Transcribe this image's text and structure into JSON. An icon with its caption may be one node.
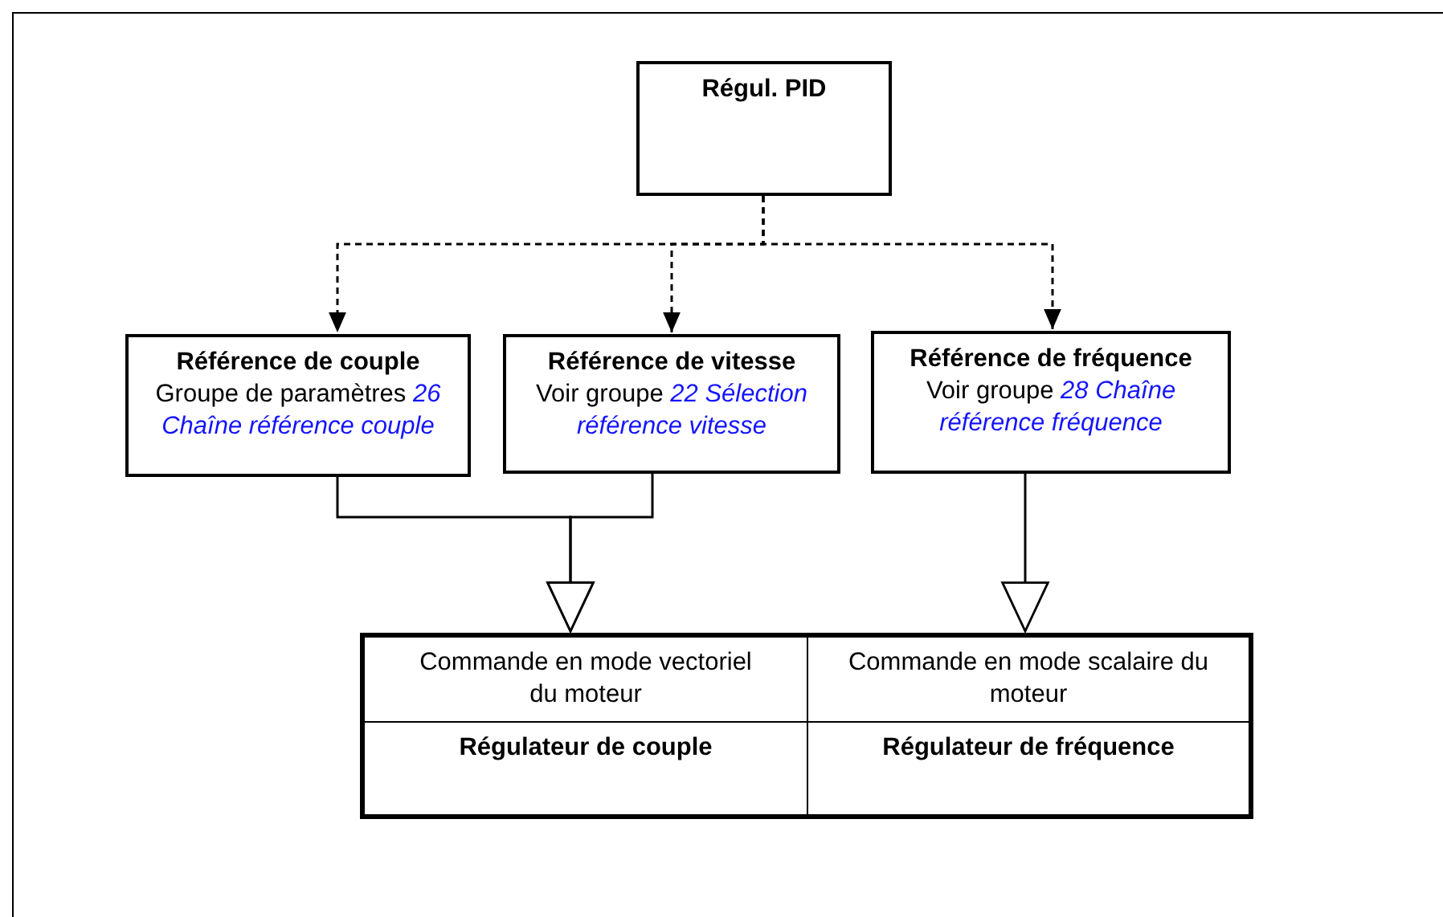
{
  "diagram": {
    "nodes": [
      {
        "text": [
          "Régul. PID"
        ]
      },
      {
        "text": [
          "Référence de couple",
          "Groupe de paramètres *26 Chaîne référence couple*"
        ]
      },
      {
        "text": [
          "Référence de vitesse",
          "Voir groupe *22 Sélection référence vitesse*"
        ]
      },
      {
        "text": [
          "Référence de fréquence",
          "Voir groupe *28 Chaîne référence fréquence*"
        ]
      },
      {
        "text": [
          "Commande en mode vectoriel du moteur",
          "Régulateur de couple"
        ]
      },
      {
        "text": [
          "Commande en mode scalaire du moteur",
          "Régulateur de fréquence"
        ]
      }
    ],
    "edges": [
      {
        "from": 0,
        "to": 1,
        "arrow": "to",
        "style": "dashed"
      },
      {
        "from": 0,
        "to": 2,
        "arrow": "to",
        "style": "dashed"
      },
      {
        "from": 0,
        "to": 3,
        "arrow": "to",
        "style": "dashed"
      },
      {
        "from": 1,
        "to": 4,
        "arrow": "to"
      },
      {
        "from": 2,
        "to": 4,
        "arrow": "to"
      },
      {
        "from": 3,
        "to": 5,
        "arrow": "to"
      }
    ]
  }
}
